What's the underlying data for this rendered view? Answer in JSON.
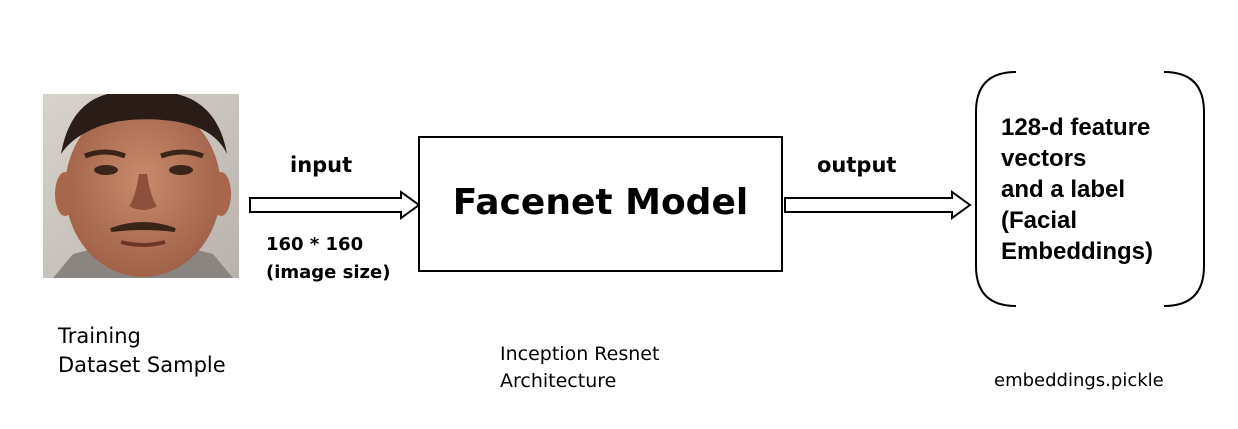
{
  "photo": {
    "description_icon": "face-photo"
  },
  "left_caption": {
    "line1": "Training",
    "line2": "Dataset Sample"
  },
  "input_arrow": {
    "label": "input",
    "size_line1": "160 * 160",
    "size_line2": "(image size)"
  },
  "model": {
    "title": "Facenet Model",
    "arch_line1": "Inception Resnet",
    "arch_line2": "Architecture"
  },
  "output_arrow": {
    "label": "output"
  },
  "output_box": {
    "line1": "128-d feature",
    "line2": "vectors",
    "line3": "and a label",
    "line4": "(Facial",
    "line5": "Embeddings)"
  },
  "output_file": {
    "name": "embeddings.pickle"
  }
}
